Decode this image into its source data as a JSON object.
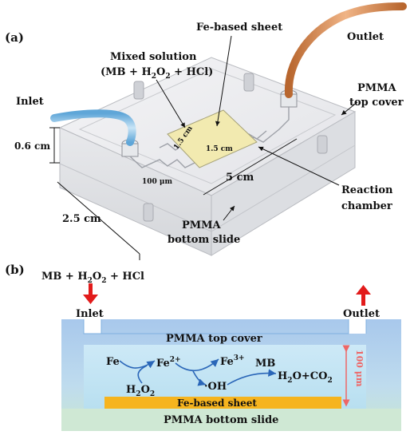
{
  "panel_a": {
    "letter": "(a)",
    "labels": {
      "fe_sheet": "Fe-based sheet",
      "outlet": "Outlet",
      "mixed_solution_1": "Mixed solution",
      "mixed_solution_2_pre": "(MB + H",
      "mixed_solution_2_sub1": "2",
      "mixed_solution_2_mid": "O",
      "mixed_solution_2_sub2": "2",
      "mixed_solution_2_post": " + HCl)",
      "inlet": "Inlet",
      "pmma_top_1": "PMMA",
      "pmma_top_2": "top cover",
      "height_dim": "0.6 cm",
      "sheet_dim_a": "1.5 cm",
      "sheet_dim_b": "1.5 cm",
      "channel_dim": "100 μm",
      "length_dim": "5 cm",
      "reaction_1": "Reaction",
      "reaction_2": "chamber",
      "width_dim": "2.5 cm",
      "pmma_bottom_1": "PMMA",
      "pmma_bottom_2": "bottom slide"
    }
  },
  "panel_b": {
    "letter": "(b)",
    "reagents": {
      "pre": "MB + H",
      "sub1": "2",
      "mid": "O",
      "sub2": "2",
      "post": " + HCl"
    },
    "inlet": "Inlet",
    "outlet": "Outlet",
    "top_cover": "PMMA top cover",
    "fe": "Fe",
    "fe2": "Fe",
    "fe2_sup": "2+",
    "fe3": "Fe",
    "fe3_sup": "3+",
    "mb": "MB",
    "h2o2_a": "H",
    "h2o2_sub1": "2",
    "h2o2_b": "O",
    "h2o2_sub2": "2",
    "oh": "·OH",
    "product_a": "H",
    "product_sub1": "2",
    "product_b": "O+CO",
    "product_sub2": "2",
    "gap": "100 μm",
    "sheet": "Fe-based sheet",
    "bottom_slide": "PMMA bottom slide"
  },
  "colors": {
    "inlet_tube": "#8ec3e6",
    "outlet_tube": "#d98a55",
    "fe_sheet_yellow": "#f2eab0",
    "sheet_orange": "#f6b41e",
    "arrow_red": "#e21b1b",
    "flow_blue": "#2a66b8",
    "gap_pink": "#ee6666"
  }
}
